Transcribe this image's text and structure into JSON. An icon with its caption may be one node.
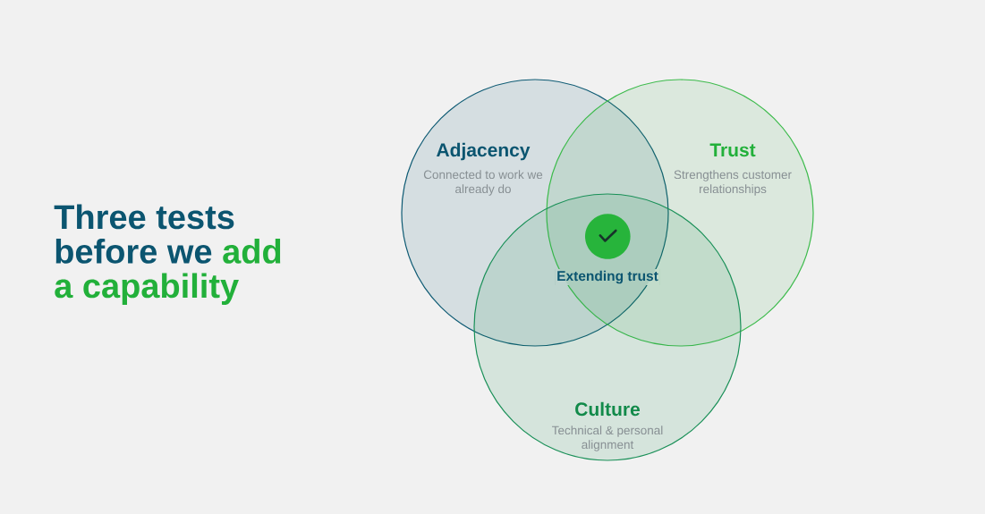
{
  "diagram": {
    "title": "Three tests before we add a capability",
    "nodes": [
      {
        "text": [
          "Adjacency",
          "Connected to work we already do"
        ]
      },
      {
        "text": [
          "Trust",
          "Strengthens customer relationships"
        ]
      },
      {
        "text": [
          "Culture",
          "Technical & personal alignment"
        ]
      }
    ],
    "labels": [
      "Extending trust"
    ]
  }
}
